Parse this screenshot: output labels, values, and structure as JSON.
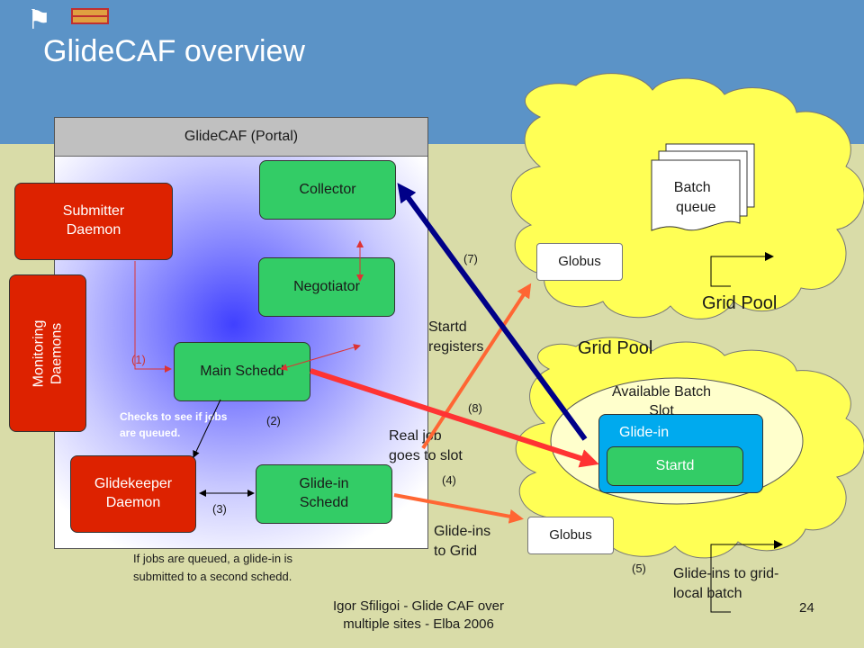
{
  "title": "GlideCAF overview",
  "portal": {
    "header": "GlideCAF (Portal)",
    "collector": "Collector",
    "negotiator": "Negotiator",
    "main_schedd": "Main Schedd",
    "glidein_schedd": [
      "Glide-in",
      "Schedd"
    ],
    "submitter": [
      "Submitter",
      "Daemon"
    ],
    "monitoring": [
      "Monitoring",
      "Daemons"
    ],
    "glidekeeper": [
      "Glidekeeper",
      "Daemon"
    ]
  },
  "pools": {
    "top_label": "Grid Pool",
    "bottom_label": "Grid Pool",
    "batch_queue": [
      "Batch",
      "queue"
    ],
    "globus_top": "Globus",
    "globus_bottom": "Globus",
    "available_slot": [
      "Available Batch",
      "Slot"
    ],
    "glidein": "Glide-in",
    "startd": "Startd"
  },
  "annotations": {
    "step1": "(1)",
    "step2": "(2)",
    "step3": "(3)",
    "step4": "(4)",
    "step5": "(5)",
    "step7": "(7)",
    "step8": "(8)",
    "checks": [
      "Checks  to see  if jobs",
      "are queued."
    ],
    "if_queued": [
      "If jobs are queued, a glide-in is",
      "submitted to a second schedd."
    ],
    "startd_registers": [
      "Startd",
      "registers"
    ],
    "real_job": [
      "Real job",
      "goes to slot"
    ],
    "glideins_grid": [
      "Glide-ins",
      "to Grid"
    ],
    "glideins_local": [
      "Glide-ins to grid-",
      "local batch"
    ]
  },
  "footer": {
    "author": [
      "Igor Sfiligoi - Glide CAF over",
      "multiple sites - Elba 2006"
    ],
    "page": "24"
  }
}
